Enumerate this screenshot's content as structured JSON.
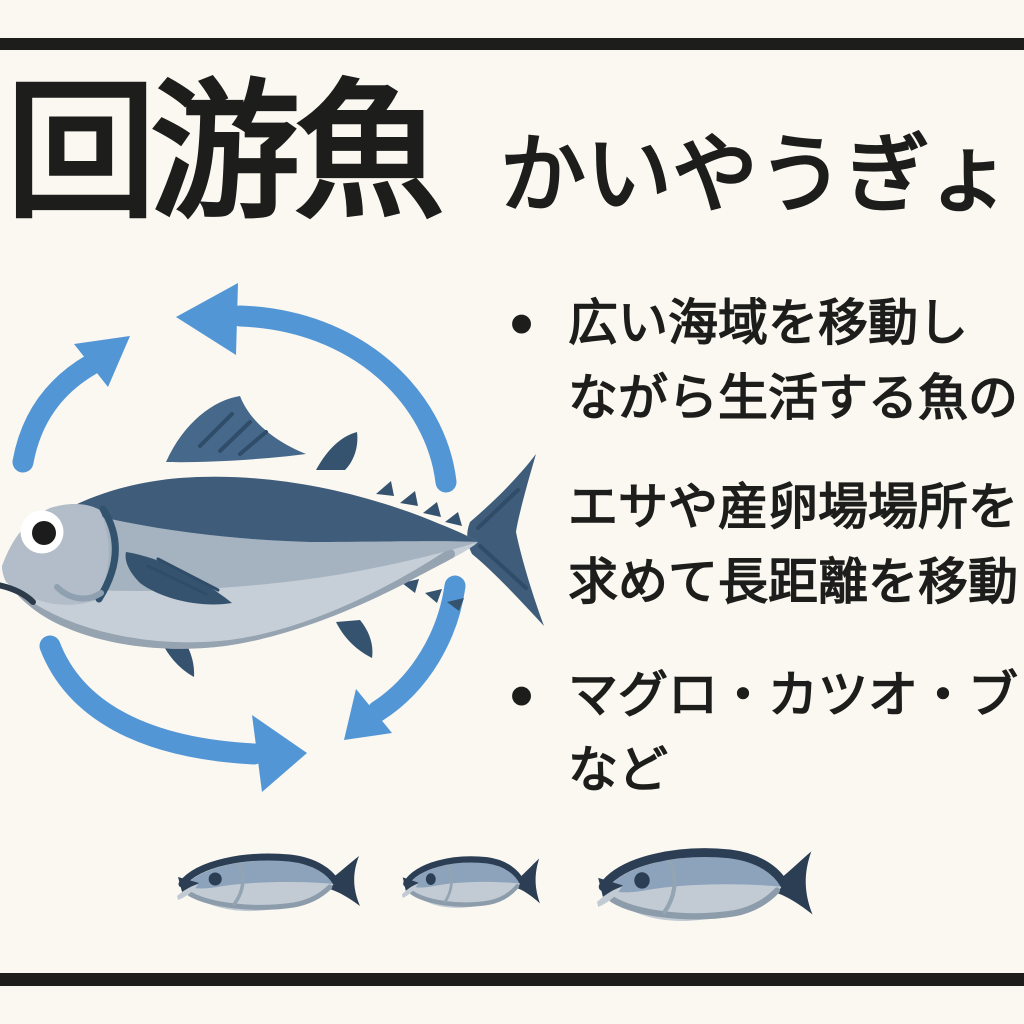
{
  "colors": {
    "background": "#faf8f1",
    "ink": "#1d1d1b",
    "arrow_blue": "#5396d6",
    "fish_back": "#3f5d7a",
    "fish_mid": "#a5b2c0",
    "fish_belly": "#c6cfd8",
    "fish_fin": "#35536f",
    "fish_head": "#b2bdc9",
    "small_fish_dark": "#2b3e54",
    "small_fish_mid": "#8ca3bb",
    "small_fish_belly": "#c2cbd4"
  },
  "header": {
    "title": "回游魚",
    "reading": "かいやうぎょ"
  },
  "bullets": [
    {
      "marker": "•",
      "line1": "広い海域を移動し",
      "line2": "ながら生活する魚の"
    },
    {
      "marker": "",
      "line1": "エサや産卵場場所を",
      "line2": "求めて長距離を移動"
    },
    {
      "marker": "•",
      "line1": "マグロ・カツオ・ブリ",
      "line2": "など"
    }
  ],
  "illustration": {
    "main_icon": "tuna-fish",
    "cycle_icon": "circular-migration-arrows",
    "small_fish_count": 3
  }
}
